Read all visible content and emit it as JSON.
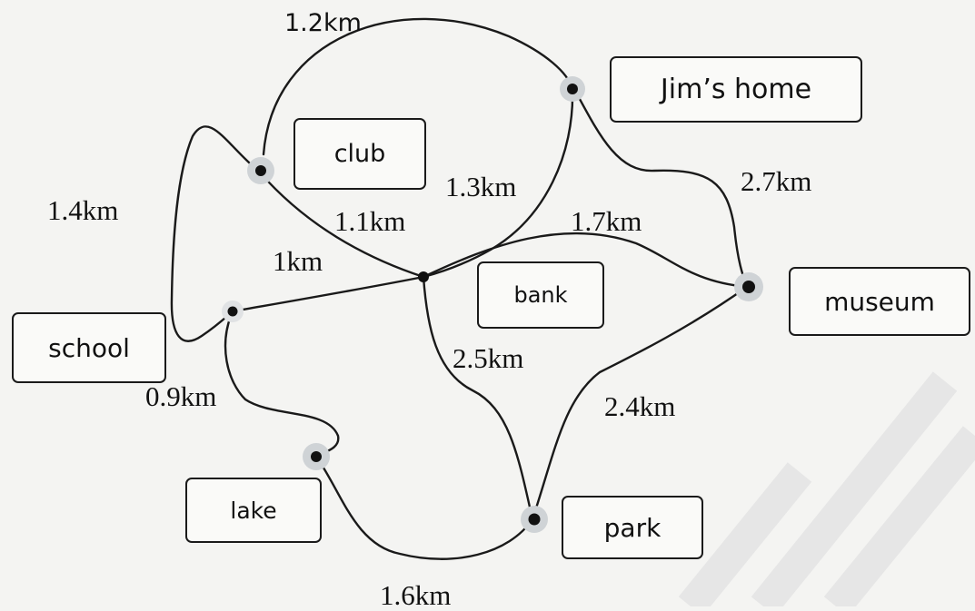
{
  "places": {
    "jims_home": "Jim’s home",
    "club": "club",
    "bank": "bank",
    "museum": "museum",
    "school": "school",
    "lake": "lake",
    "park": "park"
  },
  "distances": {
    "club_home_arc": "1.2km",
    "club_school": "1.4km",
    "center_home": "1.3km",
    "club_center": "1.1km",
    "school_center": "1km",
    "home_museum": "2.7km",
    "center_museum": "1.7km",
    "center_park": "2.5km",
    "museum_park": "2.4km",
    "school_lake": "0.9km",
    "lake_park": "1.6km"
  },
  "colors": {
    "line": "#1a1a1a",
    "background": "#f4f4f2"
  }
}
